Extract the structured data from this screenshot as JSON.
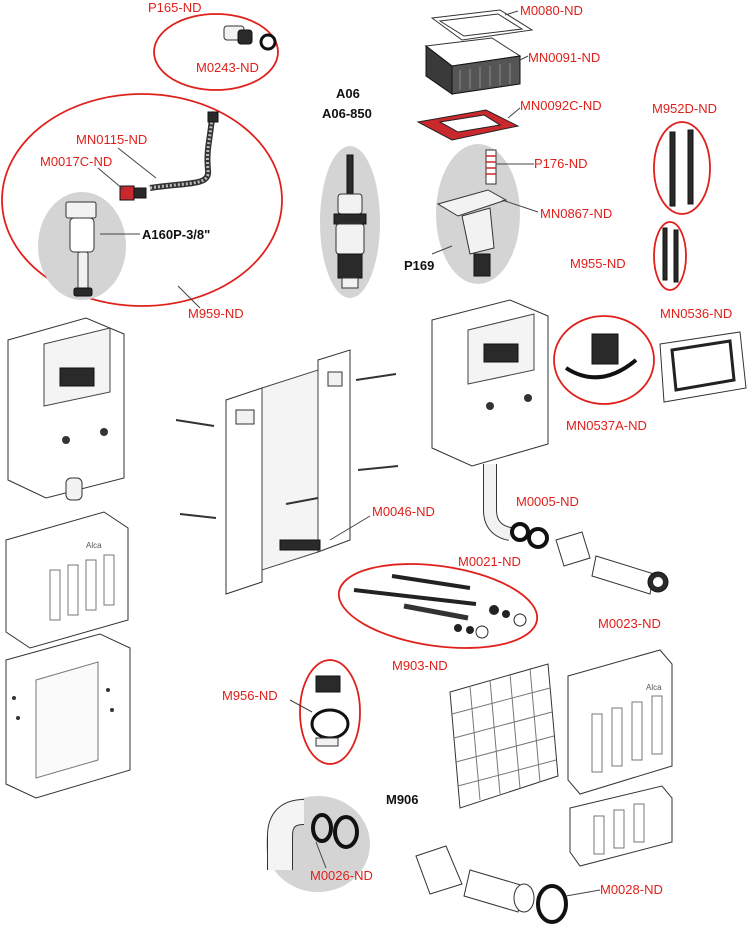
{
  "labels": {
    "p165": "P165-ND",
    "m0243": "M0243-ND",
    "m0080": "M0080-ND",
    "mn0091": "MN0091-ND",
    "mn0092c": "MN0092C-ND",
    "a06": "A06",
    "a06_850": "A06-850",
    "mn0115": "MN0115-ND",
    "m0017c": "M0017C-ND",
    "a160p": "A160P-3/8\"",
    "m959": "M959-ND",
    "p176": "P176-ND",
    "mn0867": "MN0867-ND",
    "p169": "P169",
    "m952d": "M952D-ND",
    "m955": "M955-ND",
    "mn0536": "MN0536-ND",
    "mn0537a": "MN0537A-ND",
    "m0046": "M0046-ND",
    "m0005": "M0005-ND",
    "m0021": "M0021-ND",
    "m0023": "M0023-ND",
    "m903": "M903-ND",
    "m956": "M956-ND",
    "m906": "M906",
    "m0026": "M0026-ND",
    "m0028": "M0028-ND"
  },
  "brand": "Alca",
  "colors": {
    "label_red": "#e0201b",
    "label_black": "#111111",
    "highlight_gray": "#d4d4d4"
  }
}
